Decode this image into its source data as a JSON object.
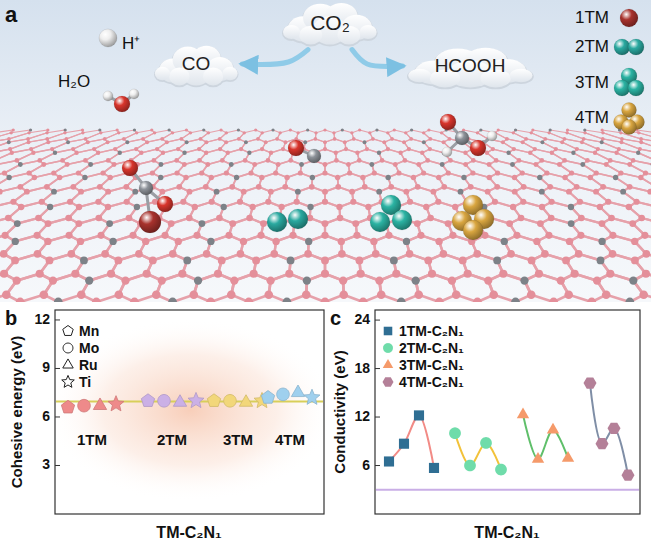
{
  "diagram": {
    "nodes": [
      {
        "text": [
          "CO₂"
        ]
      },
      {
        "text": [
          "CO"
        ]
      },
      {
        "text": [
          "HCOOH"
        ]
      }
    ],
    "edges": [
      {
        "from": 0,
        "to": 1,
        "arrow": "to"
      },
      {
        "from": 0,
        "to": 2,
        "arrow": "to"
      }
    ],
    "labels": [
      "a",
      "H⁺",
      "H₂O",
      "b",
      "Cohesive energy (eV)",
      "12",
      "9",
      "6",
      "3",
      "1TM",
      "2TM",
      "3TM",
      "4TM",
      "TM-C₂N₁",
      "c",
      "Conductivity (eV)",
      "24",
      "18",
      "12",
      "6",
      "TM-C₂N₁"
    ],
    "legend": [
      {
        "text": "1TM",
        "color": "#a8322d"
      },
      {
        "text": "2TM",
        "color": "#2aa9a0"
      },
      {
        "text": "3TM",
        "color": "#2bb3a3"
      },
      {
        "text": "4TM",
        "color": "#d9a640"
      },
      {
        "text": "Mn"
      },
      {
        "text": "Mo"
      },
      {
        "text": "Ru"
      },
      {
        "text": "Ti"
      },
      {
        "text": "1TM-C₂N₁"
      },
      {
        "text": "2TM-C₂N₁"
      },
      {
        "text": "3TM-C₂N₁"
      },
      {
        "text": "4TM-C₂N₁"
      }
    ]
  }
}
